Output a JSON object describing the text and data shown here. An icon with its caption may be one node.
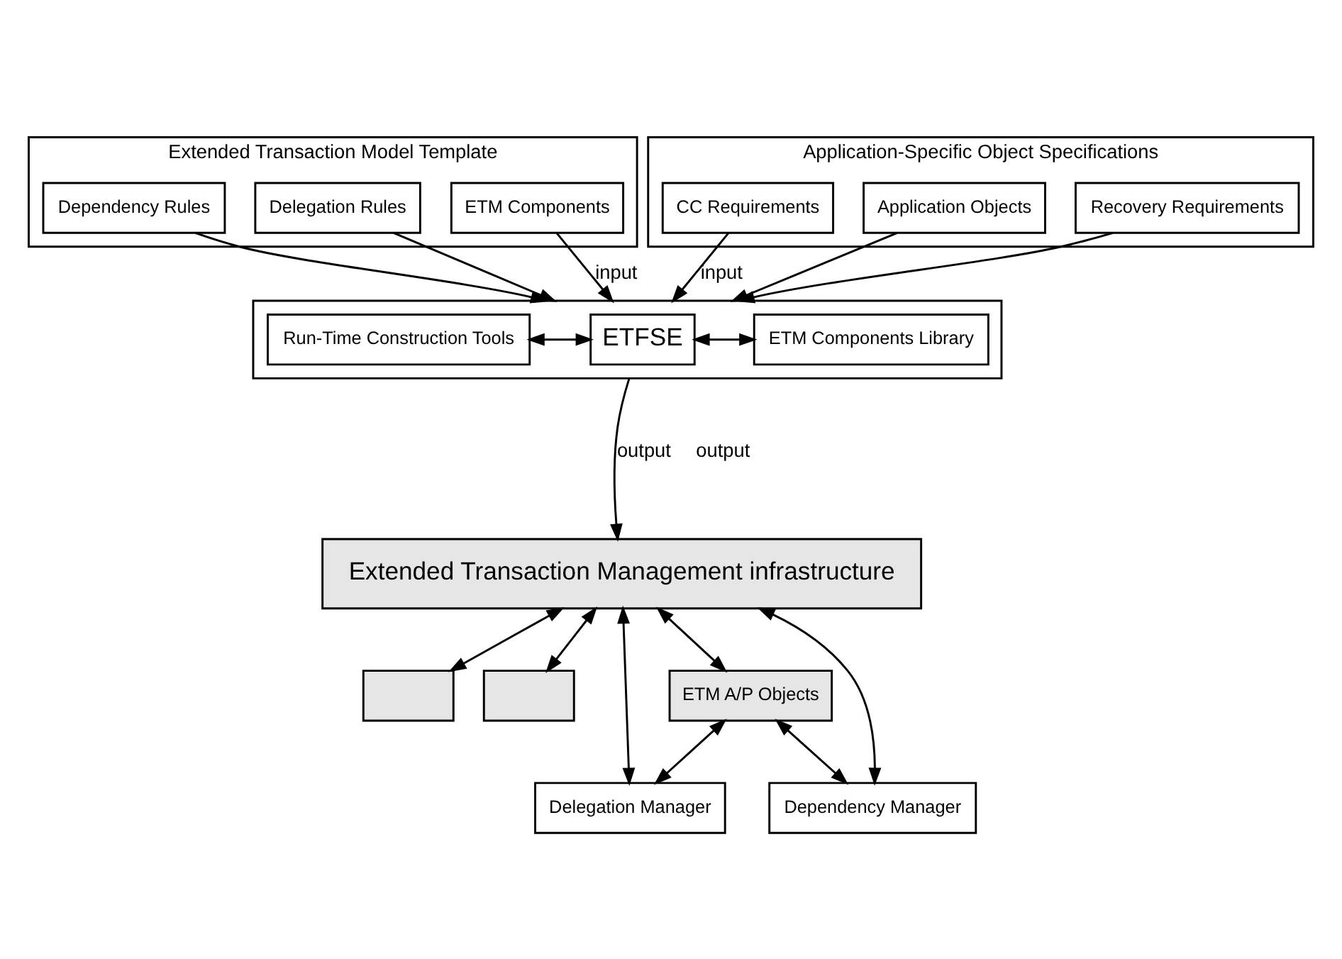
{
  "diagram": {
    "nodes": [
      {
        "text": [
          "Extended Transaction Model Template"
        ]
      },
      {
        "text": [
          "Dependency Rules"
        ],
        "in": 0
      },
      {
        "text": [
          "Delegation Rules"
        ],
        "in": 0
      },
      {
        "text": [
          "ETM Components"
        ],
        "in": 0
      },
      {
        "text": [
          "Application-Specific Object Specifications"
        ]
      },
      {
        "text": [
          "CC Requirements"
        ],
        "in": 4
      },
      {
        "text": [
          "Application Objects"
        ],
        "in": 4
      },
      {
        "text": [
          "Recovery Requirements"
        ],
        "in": 4
      },
      {
        "text": [],
        "shape": "box"
      },
      {
        "text": [
          "ETM Components Library"
        ],
        "in": 8
      },
      {
        "text": [
          "ETFSE"
        ],
        "in": 8
      },
      {
        "text": [
          "Run-Time Construction Tools"
        ],
        "in": 8
      },
      {
        "text": [
          "Extended Transaction Management infrastructure"
        ]
      },
      {
        "text": [],
        "shape": "box"
      },
      {
        "text": [],
        "shape": "box"
      },
      {
        "text": [
          "ETM A/P Objects"
        ]
      },
      {
        "text": [
          "Delegation Manager"
        ]
      },
      {
        "text": [
          "Dependency Manager"
        ]
      }
    ],
    "edges": [
      {
        "from": 1,
        "to": 8,
        "arrow": "to"
      },
      {
        "from": 2,
        "to": 8,
        "arrow": "to"
      },
      {
        "from": 3,
        "to": 8,
        "arrow": "to",
        "label": "input"
      },
      {
        "from": 5,
        "to": 8,
        "arrow": "to",
        "label": "input"
      },
      {
        "from": 6,
        "to": 8,
        "arrow": "to"
      },
      {
        "from": 7,
        "to": 8,
        "arrow": "to"
      },
      {
        "from": 10,
        "to": 9,
        "arrow": "both"
      },
      {
        "from": 10,
        "to": 11,
        "arrow": "both"
      },
      {
        "from": 8,
        "to": 12,
        "arrow": "to",
        "label": "output"
      },
      {
        "from": 12,
        "to": 16,
        "arrow": "both"
      },
      {
        "from": 12,
        "to": 15,
        "arrow": "both"
      },
      {
        "from": 12,
        "to": 14,
        "arrow": "both"
      },
      {
        "from": 12,
        "to": 13,
        "arrow": "both"
      },
      {
        "from": 12,
        "to": 17,
        "arrow": "both"
      },
      {
        "from": 15,
        "to": 16,
        "arrow": "both"
      },
      {
        "from": 15,
        "to": 17,
        "arrow": "both"
      }
    ],
    "labels": [
      "output"
    ]
  }
}
